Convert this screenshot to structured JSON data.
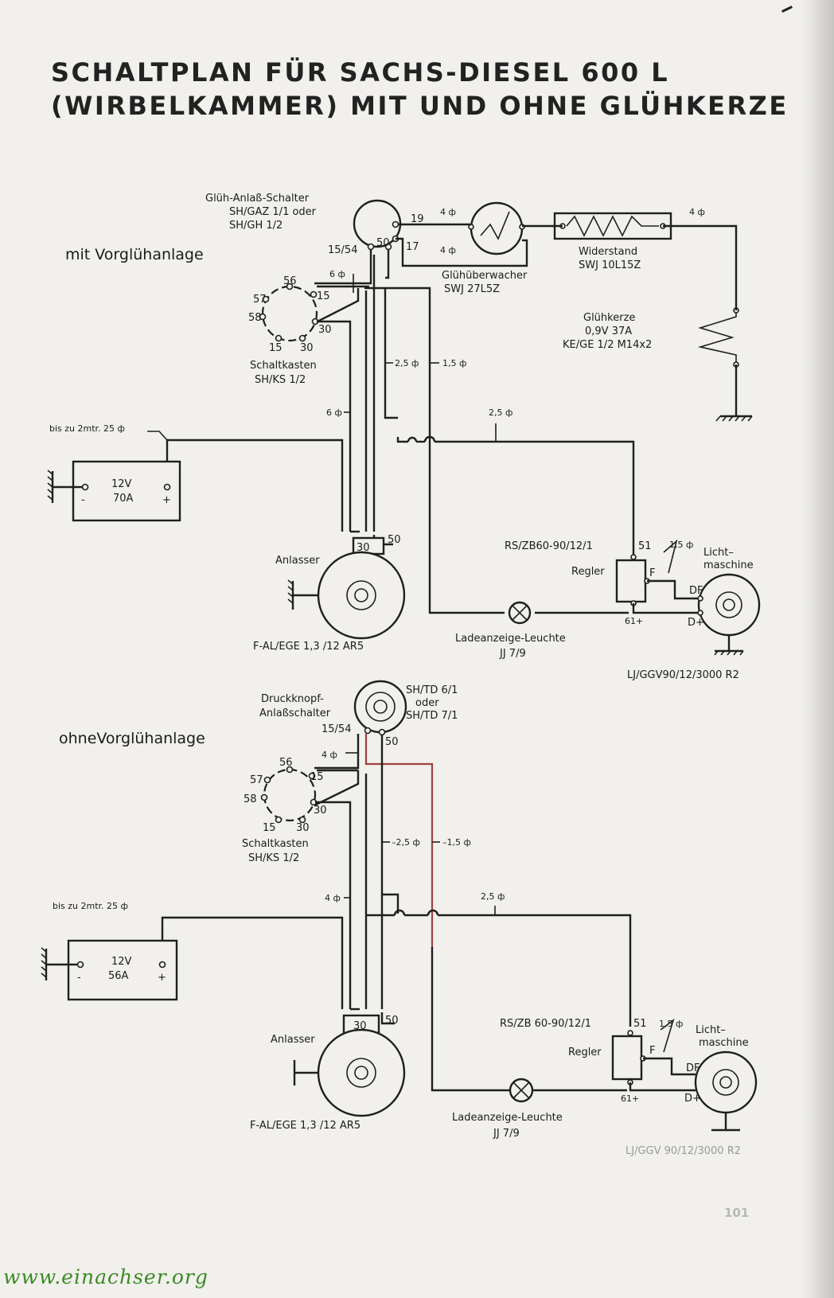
{
  "title": {
    "line1": "SCHALTPLAN FÜR SACHS-DIESEL 600 L",
    "line2": "(WIRBELKAMMER) MIT UND OHNE GLÜHKERZE"
  },
  "top": {
    "section_label": "mit Vorglühanlage",
    "switch": {
      "name": "Glüh-Anlaß-Schalter",
      "model1": "SH/GAZ 1/1  oder",
      "model2": "SH/GH  1/2",
      "t1554": "15/54",
      "t50": "50",
      "t17": "17",
      "t19": "19"
    },
    "monitor": {
      "name": "Glühüberwacher",
      "model": "SWJ 27L5Z",
      "w1": "4 ф",
      "w2": "4 ф"
    },
    "resistor": {
      "name": "Widerstand",
      "model": "SWJ 10L15Z",
      "w": "4 ф"
    },
    "glowplug": {
      "name": "Glühkerze",
      "spec": "0,9V 37A",
      "model": "KE/GE 1/2 M14x2"
    },
    "box": {
      "name": "Schaltkasten",
      "model": "SH/KS 1/2",
      "t56": "56",
      "t57": "57",
      "t58": "58",
      "t15a": "15",
      "t30a": "30",
      "t15b": "15",
      "t30b": "30"
    },
    "wires": {
      "w6a": "6 ф",
      "w6b": "6 ф",
      "w25": "2,5 ф",
      "w15": "1,5 ф",
      "w25b": "2,5 ф",
      "w15b": "1,5 ф"
    },
    "battery": {
      "note": "bis zu 2mtr.  25 ф",
      "volt": "12V",
      "amp": "70A",
      "minus": "-",
      "plus": "+"
    },
    "starter": {
      "name": "Anlasser",
      "model": "F-AL/EGE 1,3 /12 AR5",
      "t30": "30",
      "t50": "50"
    },
    "regulator": {
      "model": "RS/ZB60-90/12/1",
      "name": "Regler",
      "t51": "51",
      "tF": "F",
      "t61": "61+"
    },
    "lamp": {
      "name": "Ladeanzeige-Leuchte",
      "model": "JJ 7/9"
    },
    "generator": {
      "name1": "Licht–",
      "name2": "maschine",
      "tDF": "DF",
      "tD": "D+",
      "model": "LJ/GGV90/12/3000 R2"
    }
  },
  "bottom": {
    "section_label": "ohneVorglühanlage",
    "pushbutton": {
      "name1": "Druckknopf-",
      "name2": "Anlaßschalter",
      "model1": "SH/TD 6/1",
      "model2": "oder",
      "model3": "SH/TD 7/1",
      "t1554": "15/54",
      "t50": "50"
    },
    "box": {
      "name": "Schaltkasten",
      "model": "SH/KS 1/2",
      "t56": "56",
      "t57": "57",
      "t58": "58",
      "t15a": "15",
      "t30a": "30",
      "t15b": "15",
      "t30b": "30"
    },
    "wires": {
      "w4a": "4 ф",
      "w4b": "4 ф",
      "w25": "–2,5 ф",
      "w15": "–1,5 ф",
      "w25b": "2,5 ф",
      "w15b": "1,5 ф"
    },
    "battery": {
      "note": "bis zu 2mtr.  25 ф",
      "volt": "12V",
      "amp": "56A",
      "minus": "-",
      "plus": "+"
    },
    "starter": {
      "name": "Anlasser",
      "model": "F-AL/EGE 1,3 /12 AR5",
      "t30": "30",
      "t50": "50"
    },
    "regulator": {
      "model": "RS/ZB 60-90/12/1",
      "name": "Regler",
      "t51": "51",
      "tF": "F",
      "t61": "61+"
    },
    "lamp": {
      "name": "Ladeanzeige-Leuchte",
      "model": "JJ 7/9"
    },
    "generator": {
      "name1": "Licht–",
      "name2": "maschine",
      "tDF": "DF",
      "tD": "D+",
      "model": "LJ/GGV 90/12/3000 R2"
    }
  },
  "page_number": "101",
  "watermark": "www.einachser.org"
}
